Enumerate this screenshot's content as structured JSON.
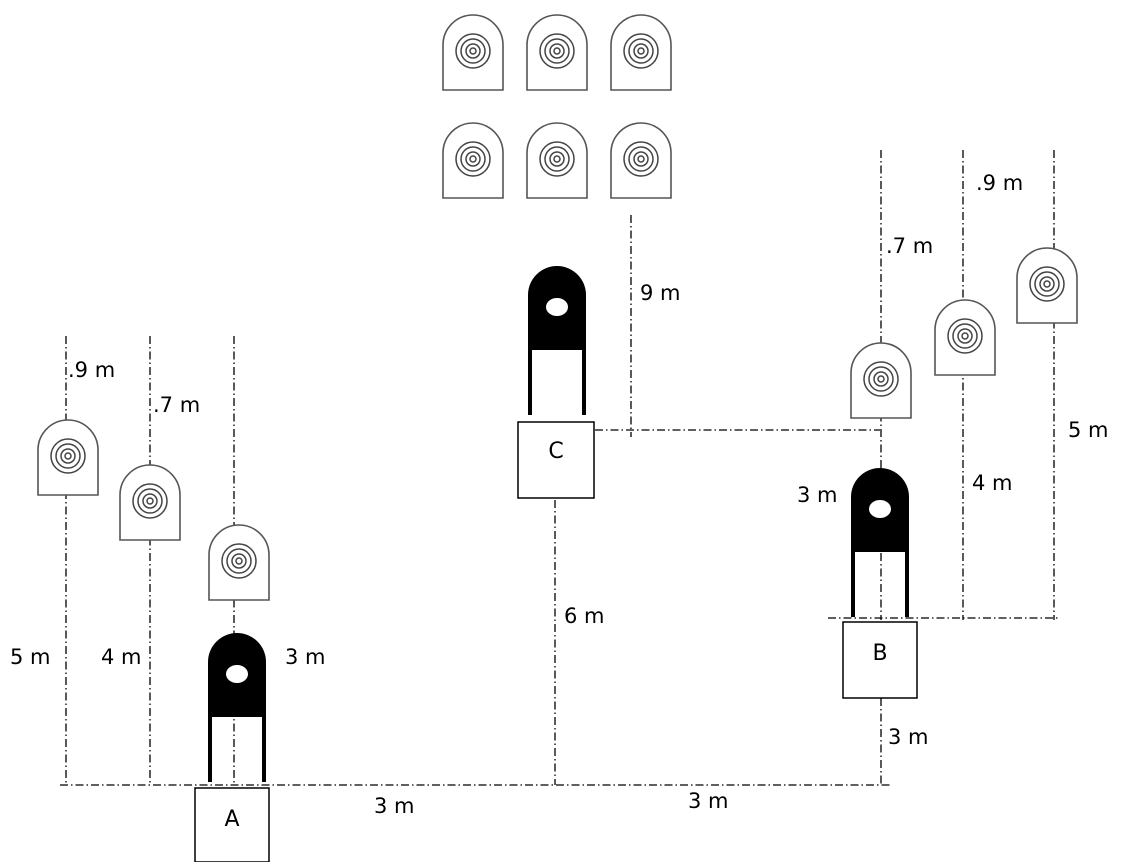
{
  "positions": {
    "a": "A",
    "b": "B",
    "c": "C"
  },
  "labels": {
    "left_far": ".9 m",
    "left_mid": ".7 m",
    "left_5": "5 m",
    "left_4": "4 m",
    "left_3": "3 m",
    "bottom_left": "3 m",
    "bottom_right": "3 m",
    "center_6": "6 m",
    "center_9": "9 m",
    "right_far": ".9 m",
    "right_mid": ".7 m",
    "right_5": "5 m",
    "right_4": "4 m",
    "right_3": "3 m",
    "b_offset": "3 m"
  },
  "colors": {
    "line": "#000000",
    "target_outline": "#555555",
    "barricade_fill": "#000000"
  },
  "icons": {
    "target": "bullseye-target-icon",
    "barricade": "barricade-icon"
  }
}
